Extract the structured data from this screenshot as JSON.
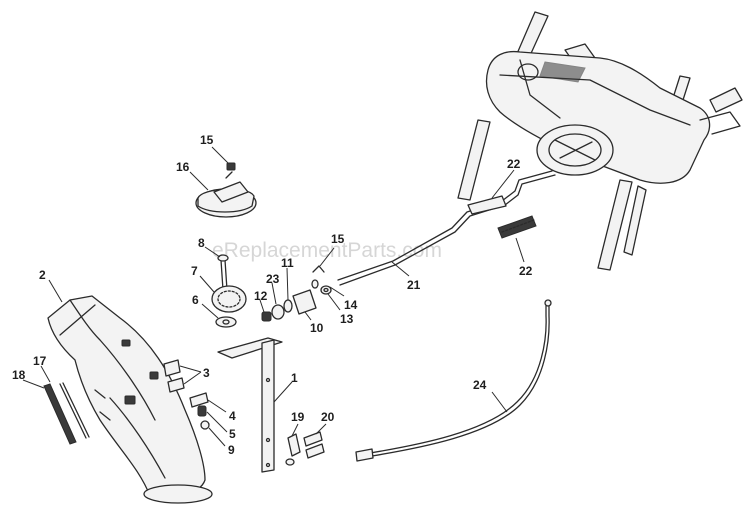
{
  "watermark": "eReplacementParts.com",
  "callouts": {
    "c1": "1",
    "c2": "2",
    "c3": "3",
    "c4": "4",
    "c5": "5",
    "c6": "6",
    "c7": "7",
    "c8": "8",
    "c9": "9",
    "c10": "10",
    "c11": "11",
    "c12": "12",
    "c13": "13",
    "c14": "14",
    "c15a": "15",
    "c15b": "15",
    "c16": "16",
    "c17": "17",
    "c18": "18",
    "c19": "19",
    "c20": "20",
    "c21": "21",
    "c22a": "22",
    "c22b": "22",
    "c23": "23",
    "c24": "24"
  }
}
